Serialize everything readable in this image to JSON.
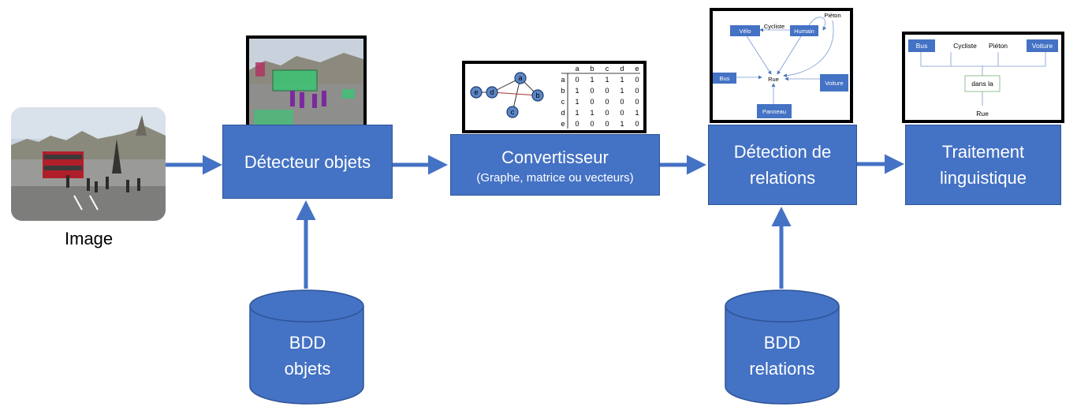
{
  "image_caption": "Image",
  "stages": {
    "detector": {
      "label": "Détecteur objets"
    },
    "converter": {
      "label": "Convertisseur",
      "sublabel": "(Graphe, matrice ou vecteurs)"
    },
    "relations": {
      "label_line1": "Détection de",
      "label_line2": "relations"
    },
    "linguistic": {
      "label_line1": "Traitement",
      "label_line2": "linguistique"
    }
  },
  "databases": {
    "objects": {
      "line1": "BDD",
      "line2": "objets"
    },
    "relations": {
      "line1": "BDD",
      "line2": "relations"
    }
  },
  "graph_thumbnail": {
    "nodes": [
      "a",
      "b",
      "c",
      "d",
      "e"
    ],
    "matrix_cols": [
      "a",
      "b",
      "c",
      "d",
      "e"
    ],
    "matrix_rows": [
      {
        "label": "a",
        "values": [
          "0",
          "1",
          "1",
          "1",
          "0"
        ]
      },
      {
        "label": "b",
        "values": [
          "1",
          "0",
          "0",
          "1",
          "0"
        ]
      },
      {
        "label": "c",
        "values": [
          "1",
          "0",
          "0",
          "0",
          "0"
        ]
      },
      {
        "label": "d",
        "values": [
          "1",
          "1",
          "0",
          "0",
          "1"
        ]
      },
      {
        "label": "e",
        "values": [
          "0",
          "0",
          "0",
          "1",
          "0"
        ]
      }
    ]
  },
  "relations_thumbnail": {
    "velo": "Vélo",
    "cycliste": "Cycliste",
    "humain": "Humain",
    "pieton": "Piéton",
    "bus": "Bus",
    "rue": "Rue",
    "voiture": "Voiture",
    "panneau": "Panneau"
  },
  "linguistic_thumbnail": {
    "bus": "Bus",
    "cycliste": "Cycliste",
    "pieton": "Piéton",
    "voiture": "Voiture",
    "dans_la": "dans la",
    "rue": "Rue"
  },
  "colors": {
    "primary": "#4472c4",
    "border": "#2f5597",
    "arrow": "#4472c4"
  }
}
